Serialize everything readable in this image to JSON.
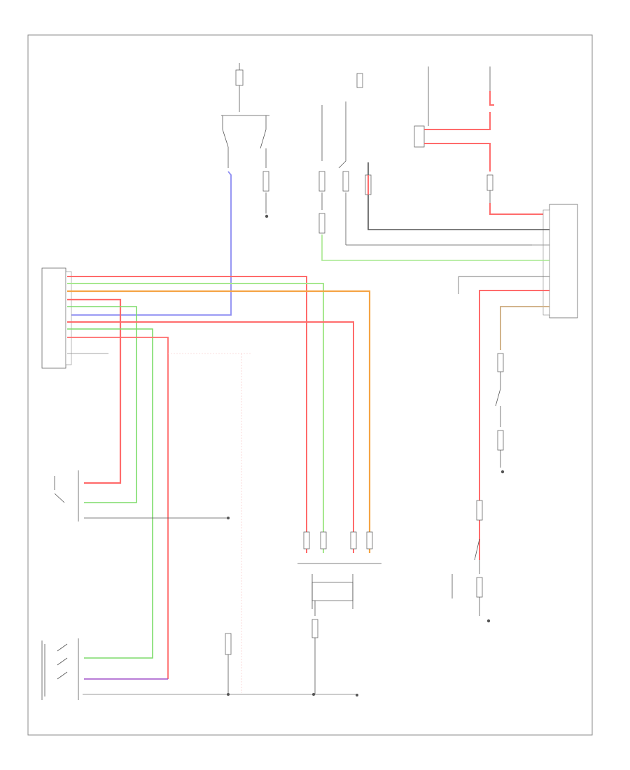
{
  "diagram": {
    "footer_code": "",
    "colors": {
      "red": "#ff6b6b",
      "orange": "#f5a444",
      "green": "#7ddc6a",
      "light_green": "#a6e88e",
      "blue": "#8c8cf2",
      "purple": "#a050c8",
      "gray": "#555555",
      "frame": "#888888"
    },
    "components": [
      {
        "id": "hot-at-all-times-left",
        "icon": "power-feed-icon"
      },
      {
        "id": "stop-fuse",
        "icon": "fuse-icon"
      },
      {
        "id": "stop-switch",
        "icon": "switch-icon"
      },
      {
        "id": "hot-in-run",
        "icon": "power-feed-icon"
      },
      {
        "id": "gauge-fuse",
        "icon": "fuse-icon"
      },
      {
        "id": "fuse-box",
        "icon": "fuse-icon"
      },
      {
        "id": "relay-fuse",
        "icon": "fuse-icon"
      },
      {
        "id": "cruise-control-module",
        "icon": "connector-icon"
      },
      {
        "id": "engine-control-module",
        "icon": "connector-icon"
      },
      {
        "id": "transmission-range-switch",
        "icon": "switch-icon"
      },
      {
        "id": "steering-wheel-switch",
        "icon": "switch-icon"
      },
      {
        "id": "clock-spring",
        "icon": "connector-icon"
      },
      {
        "id": "left-front-speed-sensor",
        "icon": "switch-icon"
      },
      {
        "id": "right-front-speed-sensor",
        "icon": "switch-icon"
      }
    ],
    "grounds": [
      {
        "id": "ground-stop-switch",
        "icon": "ground-icon"
      },
      {
        "id": "ground-left-kick",
        "icon": "ground-icon"
      },
      {
        "id": "ground-right-kick",
        "icon": "ground-icon"
      },
      {
        "id": "ground-left-shifter",
        "icon": "ground-icon"
      },
      {
        "id": "ground-left-kick-2",
        "icon": "ground-icon"
      },
      {
        "id": "ground-right-kick-2",
        "icon": "ground-icon"
      },
      {
        "id": "ground-left-rear",
        "icon": "ground-icon"
      }
    ]
  }
}
